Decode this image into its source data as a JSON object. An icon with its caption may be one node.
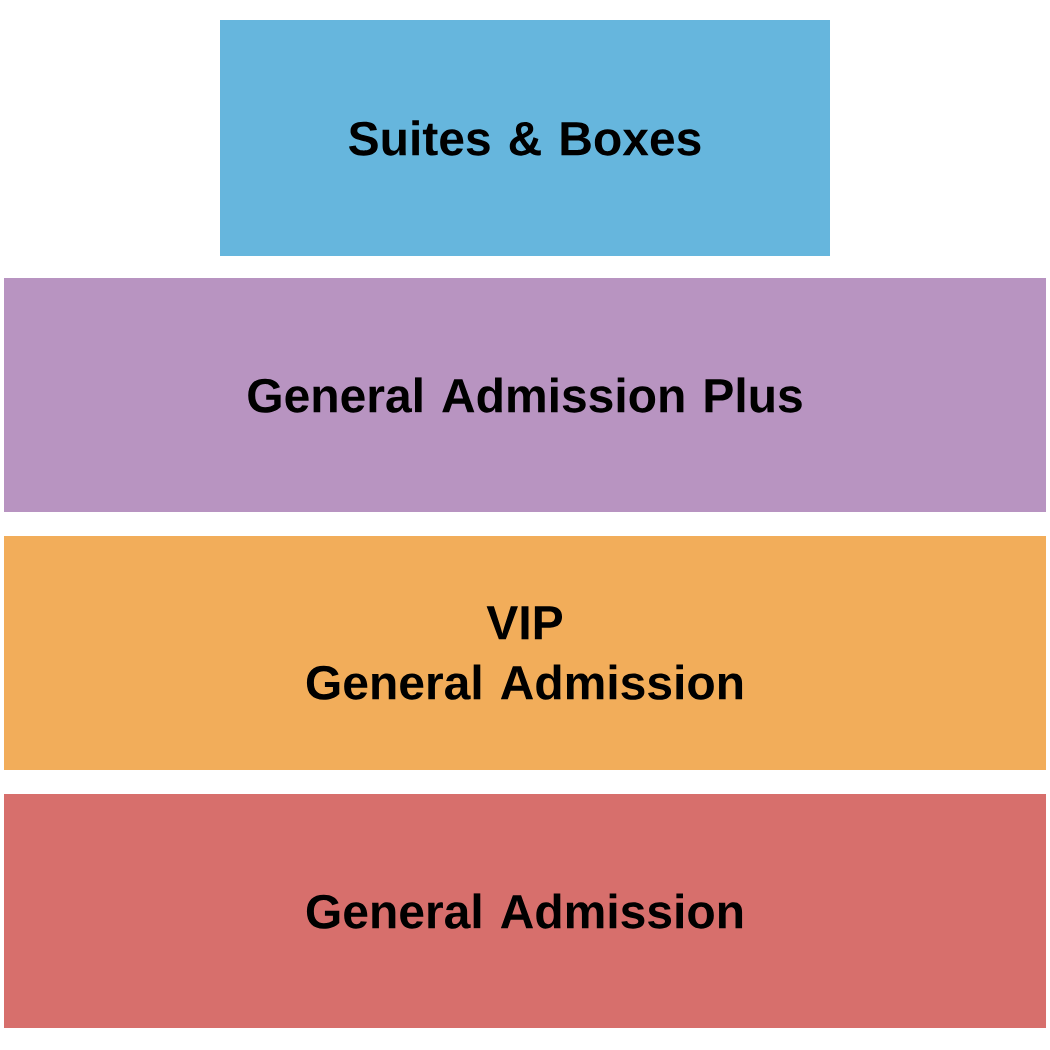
{
  "diagram": {
    "nodes": [
      {
        "text": [
          "Suites & Boxes"
        ]
      },
      {
        "text": [
          "General Admission Plus"
        ]
      },
      {
        "text": [
          "VIP",
          "General Admission"
        ]
      },
      {
        "text": [
          "General Admission"
        ]
      }
    ]
  }
}
